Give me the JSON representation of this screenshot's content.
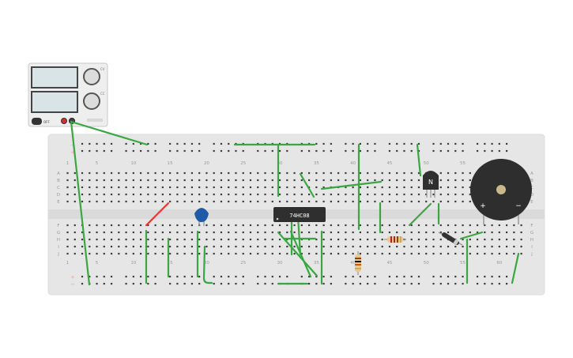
{
  "power_supply": {
    "button_label": "OFF",
    "knob_top_label": "CV",
    "knob_bottom_label": "CC"
  },
  "chip": {
    "label": "74HC08"
  },
  "transistor": {
    "label": "N"
  },
  "buzzer": {
    "plus": "+",
    "minus": "−"
  },
  "breadboard": {
    "row_letters_top": [
      "A",
      "B",
      "C",
      "D",
      "E"
    ],
    "row_letters_bottom": [
      "F",
      "G",
      "H",
      "I",
      "J"
    ],
    "column_numbers": [
      "1",
      "5",
      "10",
      "15",
      "20",
      "25",
      "30",
      "35",
      "40",
      "45",
      "50",
      "55",
      "60"
    ],
    "rail_marks": [
      "+",
      "−"
    ]
  },
  "colors": {
    "wire_green": "#3aa742",
    "wire_red": "#e53935",
    "board": "#e6e6e6",
    "hole": "#3c3c3c",
    "capacitor": "#1e5aa8",
    "chip": "#2f2f2f",
    "buzzer": "#2e2e2e"
  }
}
